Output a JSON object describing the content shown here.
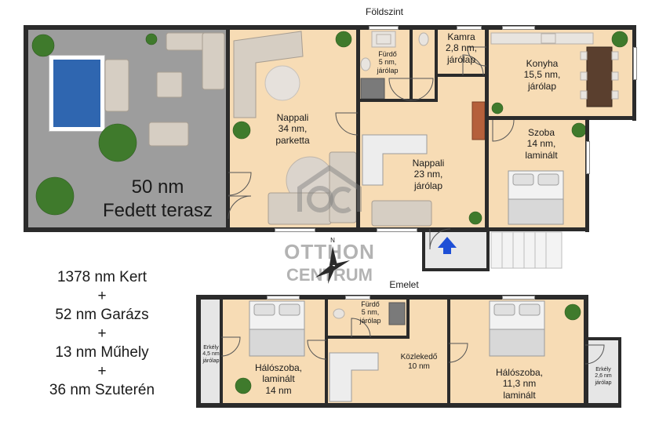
{
  "floors": {
    "ground": "Földszint",
    "upper": "Emelet"
  },
  "rooms_ground": {
    "terrace": {
      "area": "50 nm",
      "name": "Fedett terasz"
    },
    "living1": {
      "name": "Nappali",
      "area": "34 nm,",
      "floor": "parketta"
    },
    "bath": {
      "name": "Fürdő",
      "area": "5 nm,",
      "floor": "járólap"
    },
    "pantry": {
      "name": "Kamra",
      "area": "2,8 nm,",
      "floor": "járólap"
    },
    "kitchen": {
      "name": "Konyha",
      "area": "15,5 nm,",
      "floor": "járólap"
    },
    "living2": {
      "name": "Nappali",
      "area": "23 nm,",
      "floor": "járólap"
    },
    "room": {
      "name": "Szoba",
      "area": "14 nm,",
      "floor": "laminált"
    }
  },
  "rooms_upper": {
    "balcony_left": {
      "name": "Erkély",
      "area": "4,5 nm",
      "floor": "járólap"
    },
    "bedroom_left": {
      "name": "Hálószoba,",
      "floor": "laminált",
      "area": "14 nm"
    },
    "bath": {
      "name": "Fürdő",
      "area": "5 nm,",
      "floor": "járólap"
    },
    "hall": {
      "name": "Közlekedő",
      "area": "10 nm"
    },
    "bedroom_right": {
      "name": "Hálószoba,",
      "area": "11,3 nm",
      "floor": "laminált"
    },
    "balcony_right": {
      "name": "Erkély",
      "area": "2,6 nm",
      "floor": "járólap"
    }
  },
  "summary": {
    "garden": "1378 nm Kert",
    "plus1": "+",
    "garage": "52 nm Garázs",
    "plus2": "+",
    "workshop": "13 nm Műhely",
    "plus3": "+",
    "basement": "36 nm Szuterén"
  },
  "watermark": {
    "line1": "OTTHON",
    "line2": "CENTRUM",
    "compass_n": "N"
  },
  "colors": {
    "room_fill": "#f7dcb5",
    "terrace_fill": "#9d9d9d",
    "wall": "#2b2b2b",
    "pool": "#2f66b0",
    "arrow": "#1e4fd6"
  }
}
